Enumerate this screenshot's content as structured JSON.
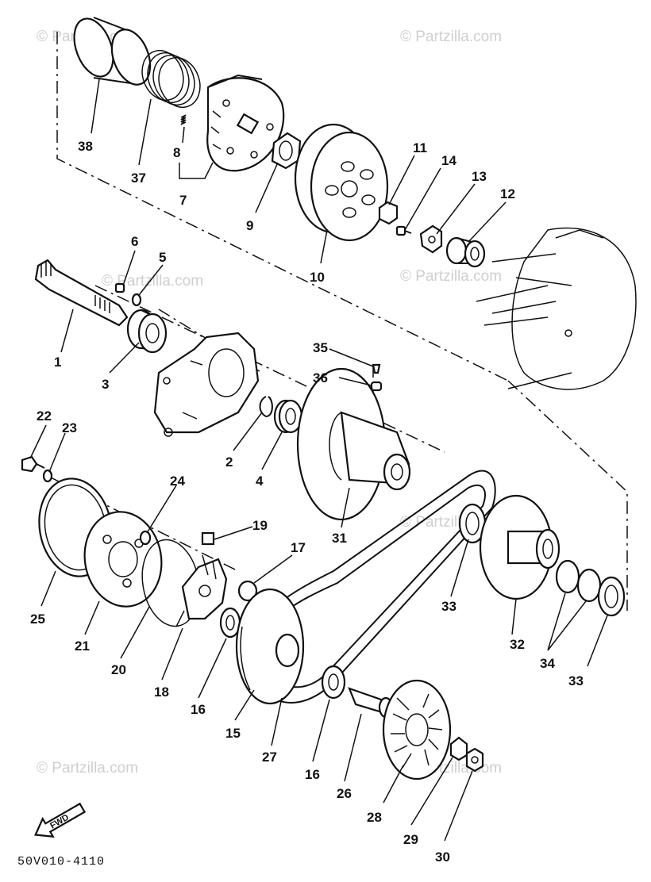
{
  "diagram": {
    "code": "50V010-4110",
    "fwd_label": "FWD",
    "watermark": "© Partzilla.com",
    "callouts": {
      "p1": "1",
      "p2": "2",
      "p3": "3",
      "p4": "4",
      "p5": "5",
      "p6": "6",
      "p7": "7",
      "p8": "8",
      "p9": "9",
      "p10": "10",
      "p11": "11",
      "p12": "12",
      "p13": "13",
      "p14": "14",
      "p15": "15",
      "p16a": "16",
      "p16b": "16",
      "p17": "17",
      "p18": "18",
      "p19": "19",
      "p20": "20",
      "p21": "21",
      "p22": "22",
      "p23": "23",
      "p24": "24",
      "p25": "25",
      "p26": "26",
      "p27": "27",
      "p28": "28",
      "p29": "29",
      "p30": "30",
      "p31": "31",
      "p32": "32",
      "p33a": "33",
      "p33b": "33",
      "p34": "34",
      "p35": "35",
      "p36": "36",
      "p37": "37",
      "p38": "38"
    }
  }
}
